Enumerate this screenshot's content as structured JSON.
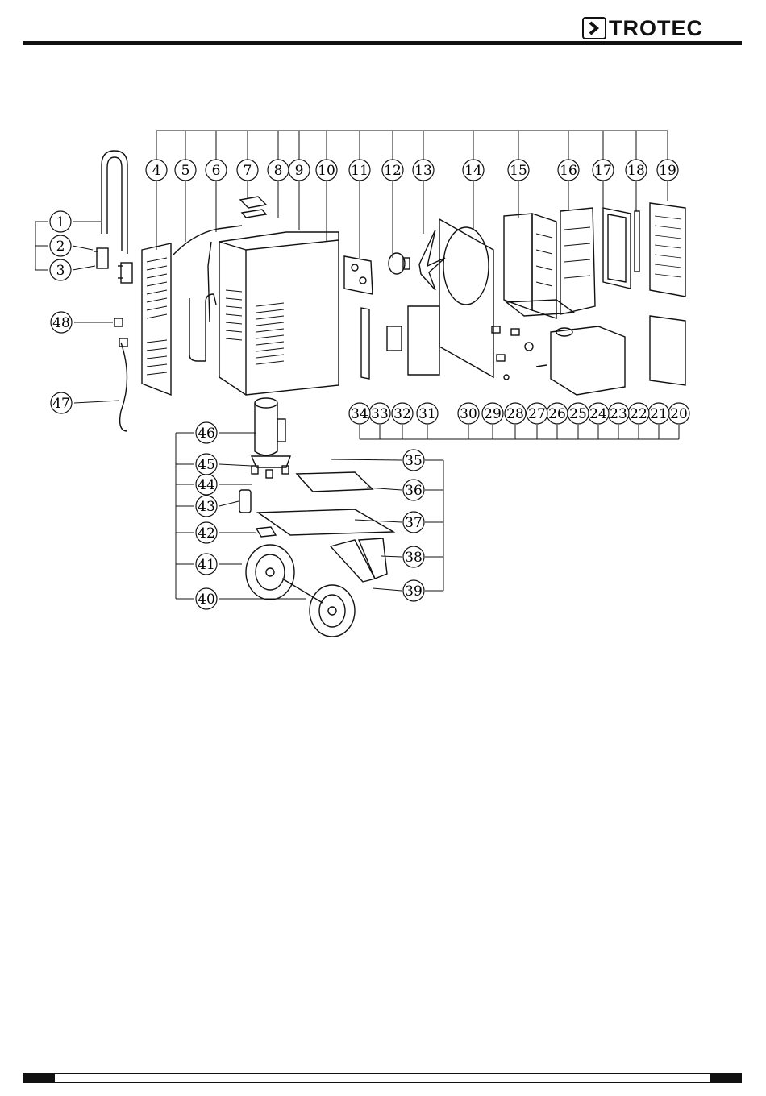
{
  "brand": {
    "name": "TROTEC"
  },
  "callouts": [
    "1",
    "2",
    "3",
    "4",
    "5",
    "6",
    "7",
    "8",
    "9",
    "10",
    "11",
    "12",
    "13",
    "14",
    "15",
    "16",
    "17",
    "18",
    "19",
    "20",
    "21",
    "22",
    "23",
    "24",
    "25",
    "26",
    "27",
    "28",
    "29",
    "30",
    "31",
    "32",
    "33",
    "34",
    "35",
    "36",
    "37",
    "38",
    "39",
    "40",
    "41",
    "42",
    "43",
    "44",
    "45",
    "46",
    "47",
    "48"
  ]
}
